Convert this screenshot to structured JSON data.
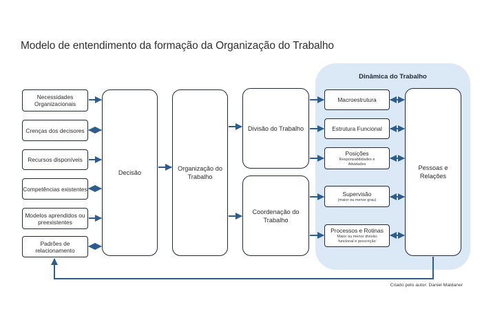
{
  "title": "Modelo de entendimento da formação da Organização do Trabalho",
  "inputs": [
    "Necessidades Organizacionais",
    "Crenças dos decisores",
    "Recursos disponíveis",
    "Competências existentes",
    "Modelos aprendidos ou preexistentes",
    "Padrões de relacionamento"
  ],
  "decisao": "Decisão",
  "organizacao": "Organização do Trabalho",
  "divisao": "Divisão do Trabalho",
  "coordenacao": "Coordenação do Trabalho",
  "dinamica": {
    "title": "Dinâmica do Trabalho",
    "macroestrutura": "Macroestrutura",
    "estrutura_funcional": "Estrutura Funcional",
    "posicoes": {
      "label": "Posições",
      "sub": "Responsabilidades e Atividades"
    },
    "supervisao": {
      "label": "Supervisão",
      "sub": "(maior ou menor grau)"
    },
    "processos": {
      "label": "Processos e Rotinas",
      "sub": "Maior ou menor divisão funcional e prescrição"
    },
    "pessoas": "Pessoas e Relações"
  },
  "credit": "Criado pelo autor: Daniel Maldaner",
  "colors": {
    "box_border": "#1f2a36",
    "arrow": "#2d5d8f",
    "panel": "#dbe9f6"
  }
}
